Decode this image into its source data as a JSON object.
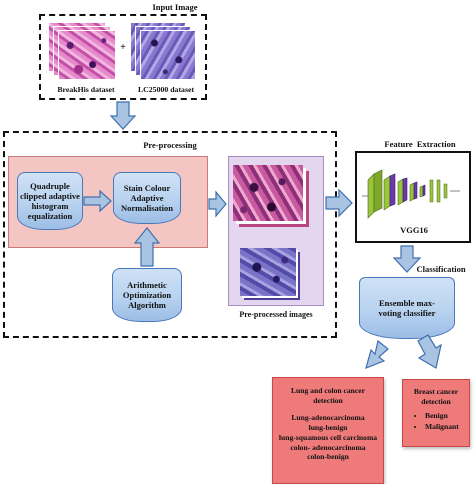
{
  "input": {
    "title": "Input Image",
    "plus": "+",
    "dataset1": "BreakHis dataset",
    "dataset2": "LC25000 dataset"
  },
  "preprocessing": {
    "title": "Pre-processing",
    "step1": "Quadruple clipped adaptive histogram equalization",
    "step2": "Stain Colour Adaptive Normalisation",
    "step3": "Arithmetic Optimization Algorithm",
    "output_label": "Pre-processed images"
  },
  "feature": {
    "title": "Feature  Extraction",
    "model": "VGG16"
  },
  "classification": {
    "title": "Classification",
    "classifier": "Ensemble max-voting classifier"
  },
  "outputs": {
    "lung_colon": {
      "title": "Lung and colon cancer detection",
      "items": [
        "Lung-adenocarcinoma",
        "lung-benign",
        "lung-squamous cell carcinoma",
        "colon- adenocarcinoma",
        "colon-benign"
      ]
    },
    "breast": {
      "title": "Breast cancer detection",
      "items": [
        "Benign",
        "Malignant"
      ]
    }
  },
  "colors": {
    "arrow_fill": "#a9c4e2",
    "arrow_stroke": "#3f6fae",
    "red_box": "#ee7a7a",
    "pink_panel": "#f4c6c3",
    "lavender_panel": "#e3d6ee"
  }
}
